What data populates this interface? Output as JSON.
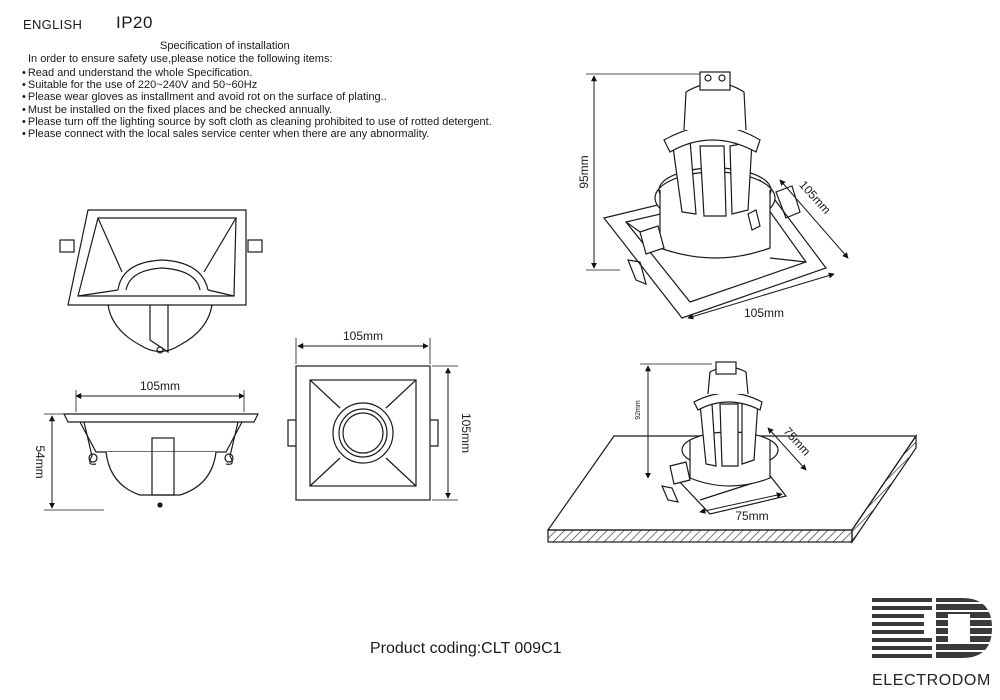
{
  "header": {
    "language": "ENGLISH",
    "ip_rating": "IP20"
  },
  "spec": {
    "title": "Specification of installation",
    "intro": "In order to ensure safety use,please notice the following items:",
    "items": [
      "Read and understand the whole Specification.",
      "Suitable for the use of 220~240V and 50~60Hz",
      "Please wear gloves as installment and avoid rot on the surface of plating..",
      "Must be installed on the fixed places and be checked annually.",
      "Please turn off the lighting source by soft cloth as cleaning prohibited to use of rotted detergent.",
      "Please connect with the local sales service center when there are any abnormality."
    ]
  },
  "dimensions": {
    "front_width": "105mm",
    "front_height": "54mm",
    "top_width": "105mm",
    "top_height": "105mm",
    "iso_height": "95mm",
    "iso_depth": "105mm",
    "iso_width": "105mm",
    "install_height": "92mm",
    "install_depth": "75mm",
    "install_width": "75mm"
  },
  "footer": {
    "product_coding": "Product coding:CLT 009C1",
    "brand": "ELECTRODOM"
  },
  "colors": {
    "ink": "#1a1a1a",
    "logo": "#3a3a3a"
  }
}
